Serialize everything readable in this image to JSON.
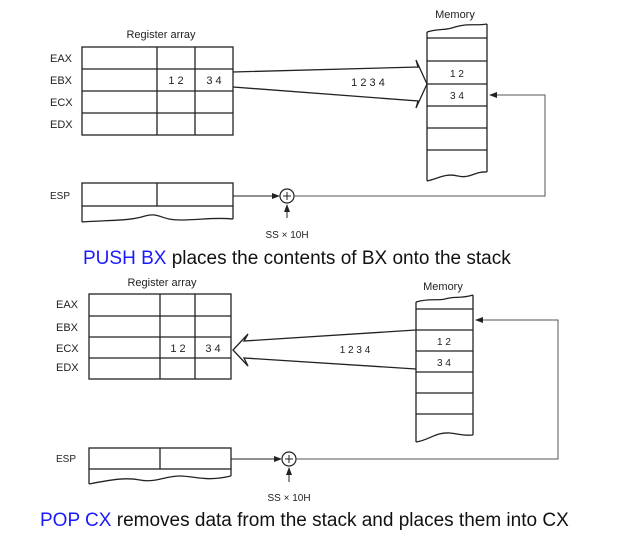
{
  "push": {
    "register_title": "Register array",
    "registers": [
      "EAX",
      "EBX",
      "ECX",
      "EDX"
    ],
    "cells": {
      "hi": "1 2",
      "lo": "3 4",
      "row": "EBX"
    },
    "transfer_value": "1 2 3 4",
    "memory_title": "Memory",
    "memory_cells": [
      "",
      "1 2",
      "3 4",
      "",
      "",
      ""
    ],
    "esp_label": "ESP",
    "ss_label": "SS × 10H",
    "caption_keyword": "PUSH BX",
    "caption_text": " places the contents of BX onto the stack"
  },
  "pop": {
    "register_title": "Register array",
    "registers": [
      "EAX",
      "EBX",
      "ECX",
      "EDX"
    ],
    "cells": {
      "hi": "1 2",
      "lo": "3 4",
      "row": "ECX"
    },
    "transfer_value": "1 2 3 4",
    "memory_title": "Memory",
    "memory_cells": [
      "",
      "1 2",
      "3 4",
      "",
      "",
      ""
    ],
    "esp_label": "ESP",
    "ss_label": "SS × 10H",
    "caption_keyword": "POP CX",
    "caption_text": " removes data from the stack and places them into CX"
  },
  "colors": {
    "keyword": "#1a1aff",
    "line": "#222222",
    "feedback": "#555555"
  }
}
